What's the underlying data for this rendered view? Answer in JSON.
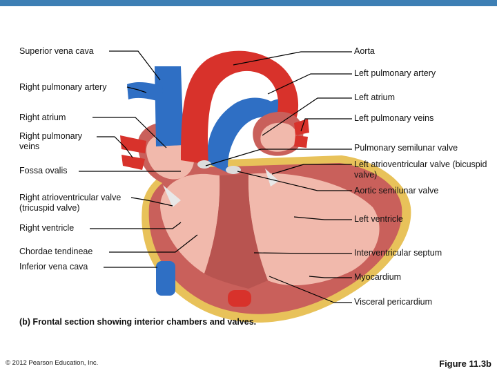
{
  "labels_left": {
    "superior_vena_cava": "Superior vena cava",
    "right_pulmonary_artery": "Right pulmonary artery",
    "right_atrium": "Right atrium",
    "right_pulmonary_veins": "Right pulmonary veins",
    "fossa_ovalis": "Fossa ovalis",
    "right_av_valve": "Right atrioventricular valve (tricuspid valve)",
    "right_ventricle": "Right ventricle",
    "chordae_tendineae": "Chordae tendineae",
    "inferior_vena_cava": "Inferior vena cava"
  },
  "labels_right": {
    "aorta": "Aorta",
    "left_pulmonary_artery": "Left pulmonary artery",
    "left_atrium": "Left atrium",
    "left_pulmonary_veins": "Left pulmonary veins",
    "pulmonary_semilunar_valve": "Pulmonary semilunar valve",
    "left_av_valve": "Left atrioventricular valve (bicuspid valve)",
    "aortic_semilunar_valve": "Aortic semilunar valve",
    "left_ventricle": "Left ventricle",
    "interventricular_septum": "Interventricular septum",
    "myocardium": "Myocardium",
    "visceral_pericardium": "Visceral pericardium"
  },
  "caption": "(b) Frontal section showing interior chambers and valves.",
  "copyright": "© 2012 Pearson Education, Inc.",
  "figure_number": "Figure 11.3b",
  "colors": {
    "top_bar": "#3d7fb4",
    "vein_blue": "#2f6fc4",
    "artery_red": "#d8322b",
    "myocardium": "#c9605b",
    "chamber": "#f1b9ac",
    "pericardium": "#e8c25a"
  }
}
